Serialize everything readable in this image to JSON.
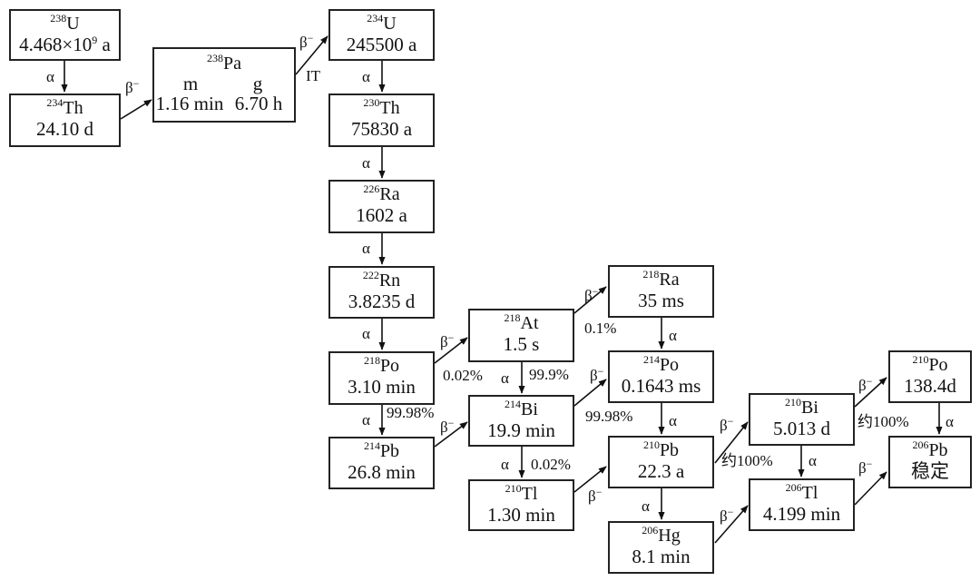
{
  "nodes": {
    "u238": {
      "mass": "238",
      "symbol": "U",
      "half_life": "4.468×10",
      "half_life_exp": "9",
      "half_life_unit": " a"
    },
    "th234": {
      "mass": "234",
      "symbol": "Th",
      "half_life": "24.10 d"
    },
    "pa238": {
      "mass": "238",
      "symbol": "Pa",
      "state_m": "m",
      "state_g": "g",
      "half_life_m": "1.16 min",
      "half_life_g": "6.70 h"
    },
    "u234": {
      "mass": "234",
      "symbol": "U",
      "half_life": "245500 a"
    },
    "th230": {
      "mass": "230",
      "symbol": "Th",
      "half_life": "75830 a"
    },
    "ra226": {
      "mass": "226",
      "symbol": "Ra",
      "half_life": "1602 a"
    },
    "rn222": {
      "mass": "222",
      "symbol": "Rn",
      "half_life": "3.8235 d"
    },
    "po218": {
      "mass": "218",
      "symbol": "Po",
      "half_life": "3.10 min"
    },
    "pb214": {
      "mass": "214",
      "symbol": "Pb",
      "half_life": "26.8 min"
    },
    "at218": {
      "mass": "218",
      "symbol": "At",
      "half_life": "1.5 s"
    },
    "bi214": {
      "mass": "214",
      "symbol": "Bi",
      "half_life": "19.9 min"
    },
    "tl210": {
      "mass": "210",
      "symbol": "Tl",
      "half_life": "1.30 min"
    },
    "ra218": {
      "mass": "218",
      "symbol": "Ra",
      "half_life": "35 ms"
    },
    "po214": {
      "mass": "214",
      "symbol": "Po",
      "half_life": "0.1643 ms"
    },
    "pb210": {
      "mass": "210",
      "symbol": "Pb",
      "half_life": "22.3 a"
    },
    "hg206": {
      "mass": "206",
      "symbol": "Hg",
      "half_life": "8.1 min"
    },
    "bi210": {
      "mass": "210",
      "symbol": "Bi",
      "half_life": "5.013 d"
    },
    "tl206": {
      "mass": "206",
      "symbol": "Tl",
      "half_life": "4.199 min"
    },
    "po210": {
      "mass": "210",
      "symbol": "Po",
      "half_life": "138.4d"
    },
    "pb206": {
      "mass": "206",
      "symbol": "Pb",
      "half_life": "稳定"
    }
  },
  "labels": {
    "alpha": "α",
    "beta": "β",
    "beta_sup": "−",
    "it": "IT",
    "pct_0_1": "0.1%",
    "pct_0_02": "0.02%",
    "pct_99_9": "99.9%",
    "pct_99_98": "99.98%",
    "approx_100": "约100%"
  }
}
